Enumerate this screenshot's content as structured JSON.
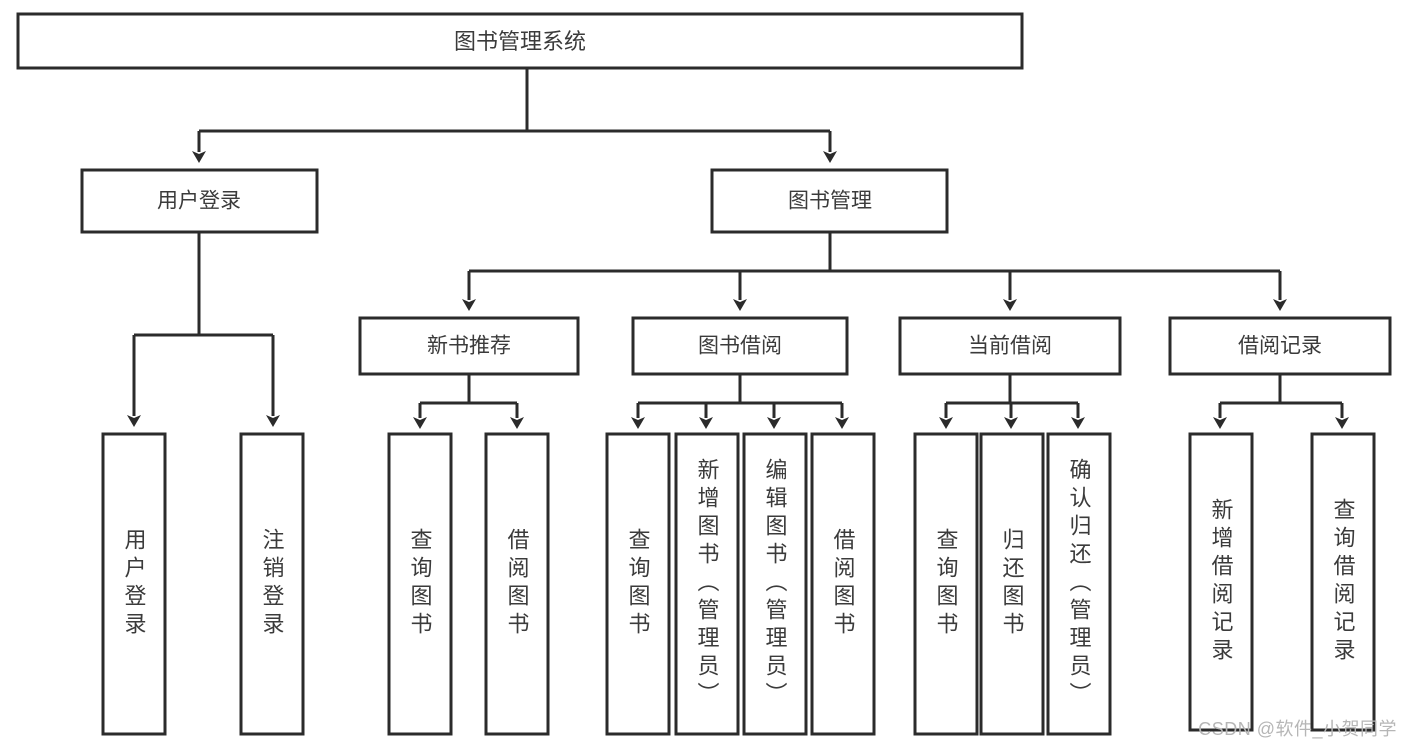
{
  "diagram": {
    "title": "图书管理系统",
    "type": "tree",
    "watermark": "CSDN @软件_小贺同学",
    "colors": {
      "stroke": "#2b2b2b",
      "box_fill": "#ffffff",
      "text": "#3b3b3b",
      "watermark": "#b6b6b6",
      "background": "#ffffff"
    },
    "root": {
      "label": "图书管理系统"
    },
    "level2": [
      {
        "label": "用户登录"
      },
      {
        "label": "图书管理"
      }
    ],
    "level3": [
      {
        "label": "新书推荐"
      },
      {
        "label": "图书借阅"
      },
      {
        "label": "当前借阅"
      },
      {
        "label": "借阅记录"
      }
    ],
    "leaves": {
      "user_login": [
        {
          "label": "用户登录"
        },
        {
          "label": "注销登录"
        }
      ],
      "new_book_recommend": [
        {
          "label": "查询图书"
        },
        {
          "label": "借阅图书"
        }
      ],
      "book_borrow": [
        {
          "label": "查询图书"
        },
        {
          "label": "新增图书（管理员）"
        },
        {
          "label": "编辑图书（管理员）"
        },
        {
          "label": "借阅图书"
        }
      ],
      "current_borrow": [
        {
          "label": "查询图书"
        },
        {
          "label": "归还图书"
        },
        {
          "label": "确认归还（管理员）"
        }
      ],
      "borrow_record": [
        {
          "label": "新增借阅记录"
        },
        {
          "label": "查询借阅记录"
        }
      ]
    }
  }
}
